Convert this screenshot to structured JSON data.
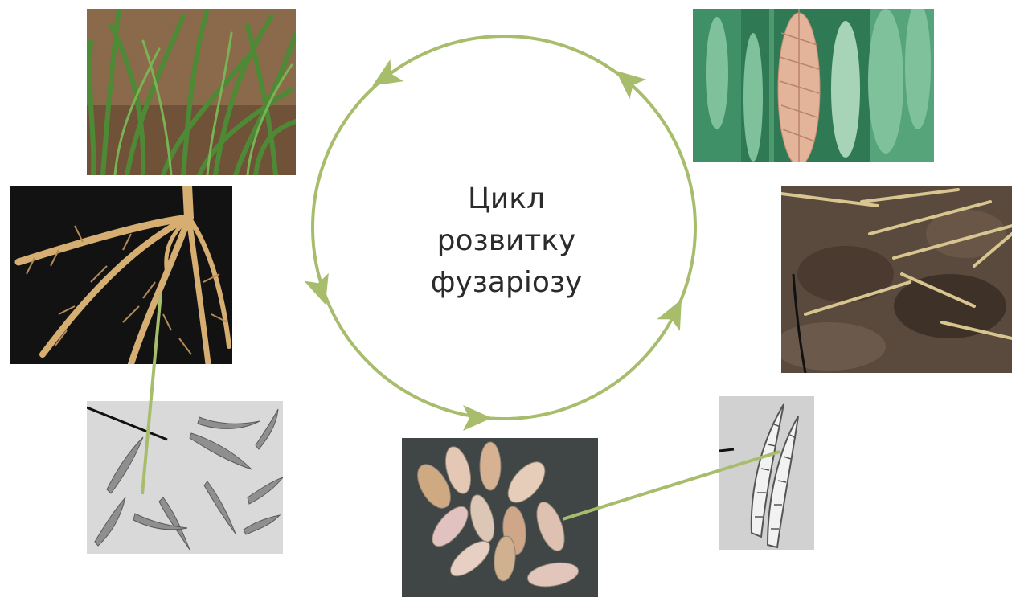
{
  "diagram": {
    "title_lines": [
      "Цикл",
      "розвитку",
      "фузаріозу"
    ],
    "accent_color": "#a8bd6c",
    "photos": [
      {
        "id": "young-wheat",
        "subject": "young wheat seedlings in soil"
      },
      {
        "id": "wheat-ears",
        "subject": "wheat ears with a bleached infected spike"
      },
      {
        "id": "roots",
        "subject": "diseased wheat root system"
      },
      {
        "id": "stubble",
        "subject": "crop residue on soil"
      },
      {
        "id": "spores-left",
        "subject": "microscope view of macroconidia"
      },
      {
        "id": "grains",
        "subject": "shriveled pinkish wheat grains"
      },
      {
        "id": "spores-right",
        "subject": "microscope view of macroconidia"
      }
    ]
  }
}
